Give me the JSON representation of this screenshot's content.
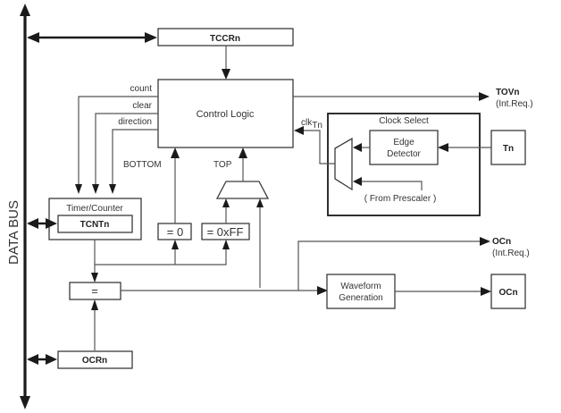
{
  "data_bus": {
    "label": "DATA BUS"
  },
  "blocks": {
    "tccrn": "TCCRn",
    "control_logic": "Control Logic",
    "timer_counter": "Timer/Counter",
    "tcntn": "TCNTn",
    "eq_zero": "= 0",
    "eq_ff": "= 0xFF",
    "comparator": "=",
    "ocrn": "OCRn",
    "clock_select": "Clock Select",
    "edge_detector_line1": "Edge",
    "edge_detector_line2": "Detector",
    "tn": "Tn",
    "waveform_line1": "Waveform",
    "waveform_line2": "Generation",
    "ocn_pin": "OCn"
  },
  "signals": {
    "count": "count",
    "clear": "clear",
    "direction": "direction",
    "bottom": "BOTTOM",
    "top": "TOP",
    "clk": "clk",
    "clk_sub": "Tn",
    "from_prescaler": "( From Prescaler )",
    "tovn": "TOVn",
    "tovn_sub": "(Int.Req.)",
    "ocn_int": "OCn",
    "ocn_int_sub": "(Int.Req.)"
  }
}
